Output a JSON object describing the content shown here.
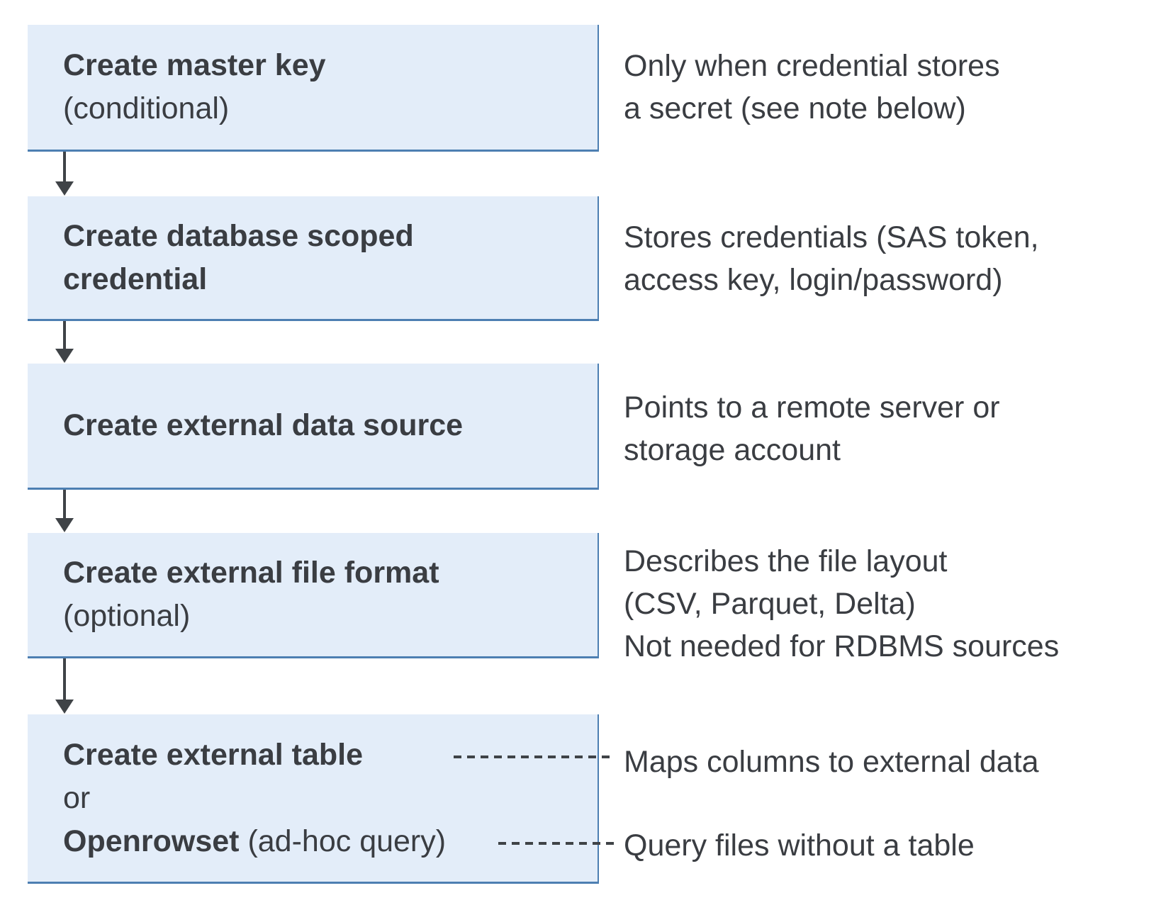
{
  "colors": {
    "box_fill": "#e3edf9",
    "box_border": "#4d7fb2",
    "arrow": "#3f4347",
    "text": "#3a3d42"
  },
  "flow_boxes": [
    {
      "lines": [
        {
          "bold": "Create master key",
          "normal": ""
        },
        {
          "bold": "",
          "normal": "(conditional)"
        }
      ]
    },
    {
      "lines": [
        {
          "bold": "Create database scoped",
          "normal": ""
        },
        {
          "bold": "credential",
          "normal": ""
        }
      ]
    },
    {
      "lines": [
        {
          "bold": "Create external data source",
          "normal": ""
        }
      ]
    },
    {
      "lines": [
        {
          "bold": "Create external file format",
          "normal": ""
        },
        {
          "bold": "",
          "normal": "(optional)"
        }
      ]
    },
    {
      "lines": [
        {
          "bold": "Create external table",
          "normal": ""
        },
        {
          "bold": "",
          "normal": "or"
        },
        {
          "bold": "Openrowset",
          "normal": " (ad-hoc query)"
        }
      ]
    }
  ],
  "annotations": [
    {
      "lines": [
        "Only when credential stores",
        "a secret (see note below)"
      ]
    },
    {
      "lines": [
        "Stores credentials (SAS token,",
        "access key, login/password)"
      ]
    },
    {
      "lines": [
        "Points to a remote server or",
        "storage account"
      ]
    },
    {
      "lines": [
        "Describes the file layout",
        "(CSV, Parquet, Delta)",
        "Not needed for RDBMS sources"
      ]
    },
    {
      "lines": [
        "Maps columns to external data"
      ]
    },
    {
      "lines": [
        "Query files without a table"
      ]
    }
  ]
}
